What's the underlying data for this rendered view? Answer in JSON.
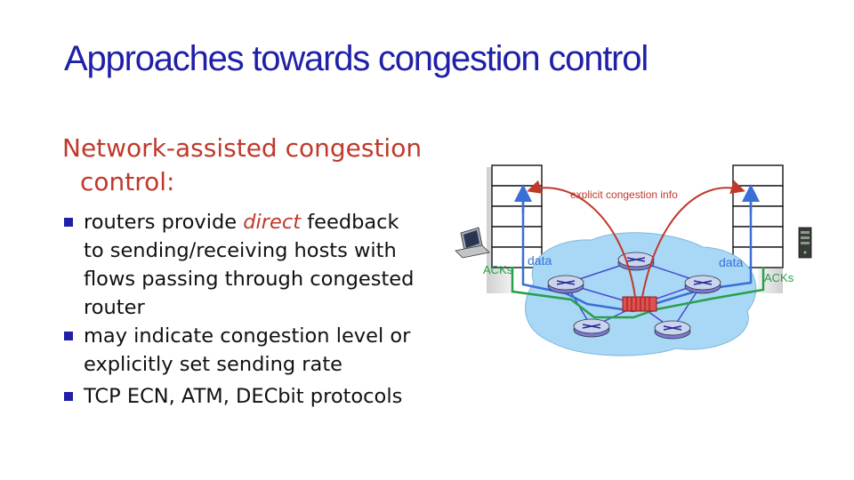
{
  "title": "Approaches towards congestion control",
  "subhead": {
    "line1": "Network-assisted congestion",
    "line2": "control:"
  },
  "bullets": [
    {
      "lines": [
        "routers provide ",
        "direct",
        " feedback"
      ],
      "cont": [
        "to sending/receiving hosts with",
        "flows passing through congested",
        "router"
      ]
    },
    {
      "lines": [
        "may indicate congestion level or"
      ],
      "cont": [
        "explicitly set sending rate"
      ]
    },
    {
      "lines": [
        "TCP ECN, ATM, DECbit protocols"
      ],
      "cont": []
    }
  ],
  "diagram": {
    "explicit_info_label": "explicit congestion info",
    "left_data_label": "data",
    "right_data_label": "data",
    "left_acks_label": "ACKs",
    "right_acks_label": "ACKs",
    "colors": {
      "network_fill": "#a8d8f5",
      "arrow_red": "#c0392b",
      "path_blue": "#3a6fd8",
      "path_green": "#27a04a",
      "congested_router": "#e05050"
    }
  }
}
